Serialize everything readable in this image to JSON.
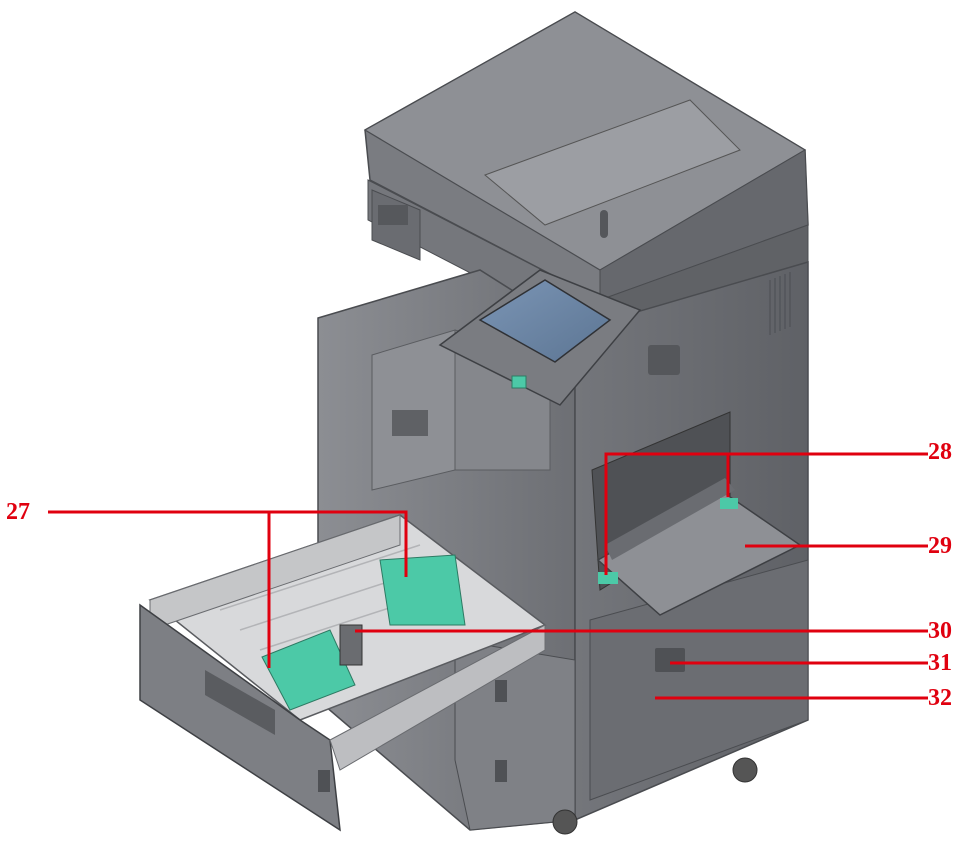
{
  "figure": {
    "colors": {
      "callout": "#e0000f",
      "body_dark": "#6c6e72",
      "body_mid": "#86888d",
      "body_light": "#a3a5aa",
      "tray_light": "#d9dadc",
      "guide_green": "#4cc9a7",
      "screen_blue": "#6f89a8"
    },
    "callouts": [
      {
        "id": "27",
        "label": "27"
      },
      {
        "id": "28",
        "label": "28"
      },
      {
        "id": "29",
        "label": "29"
      },
      {
        "id": "30",
        "label": "30"
      },
      {
        "id": "31",
        "label": "31"
      },
      {
        "id": "32",
        "label": "32"
      }
    ]
  }
}
